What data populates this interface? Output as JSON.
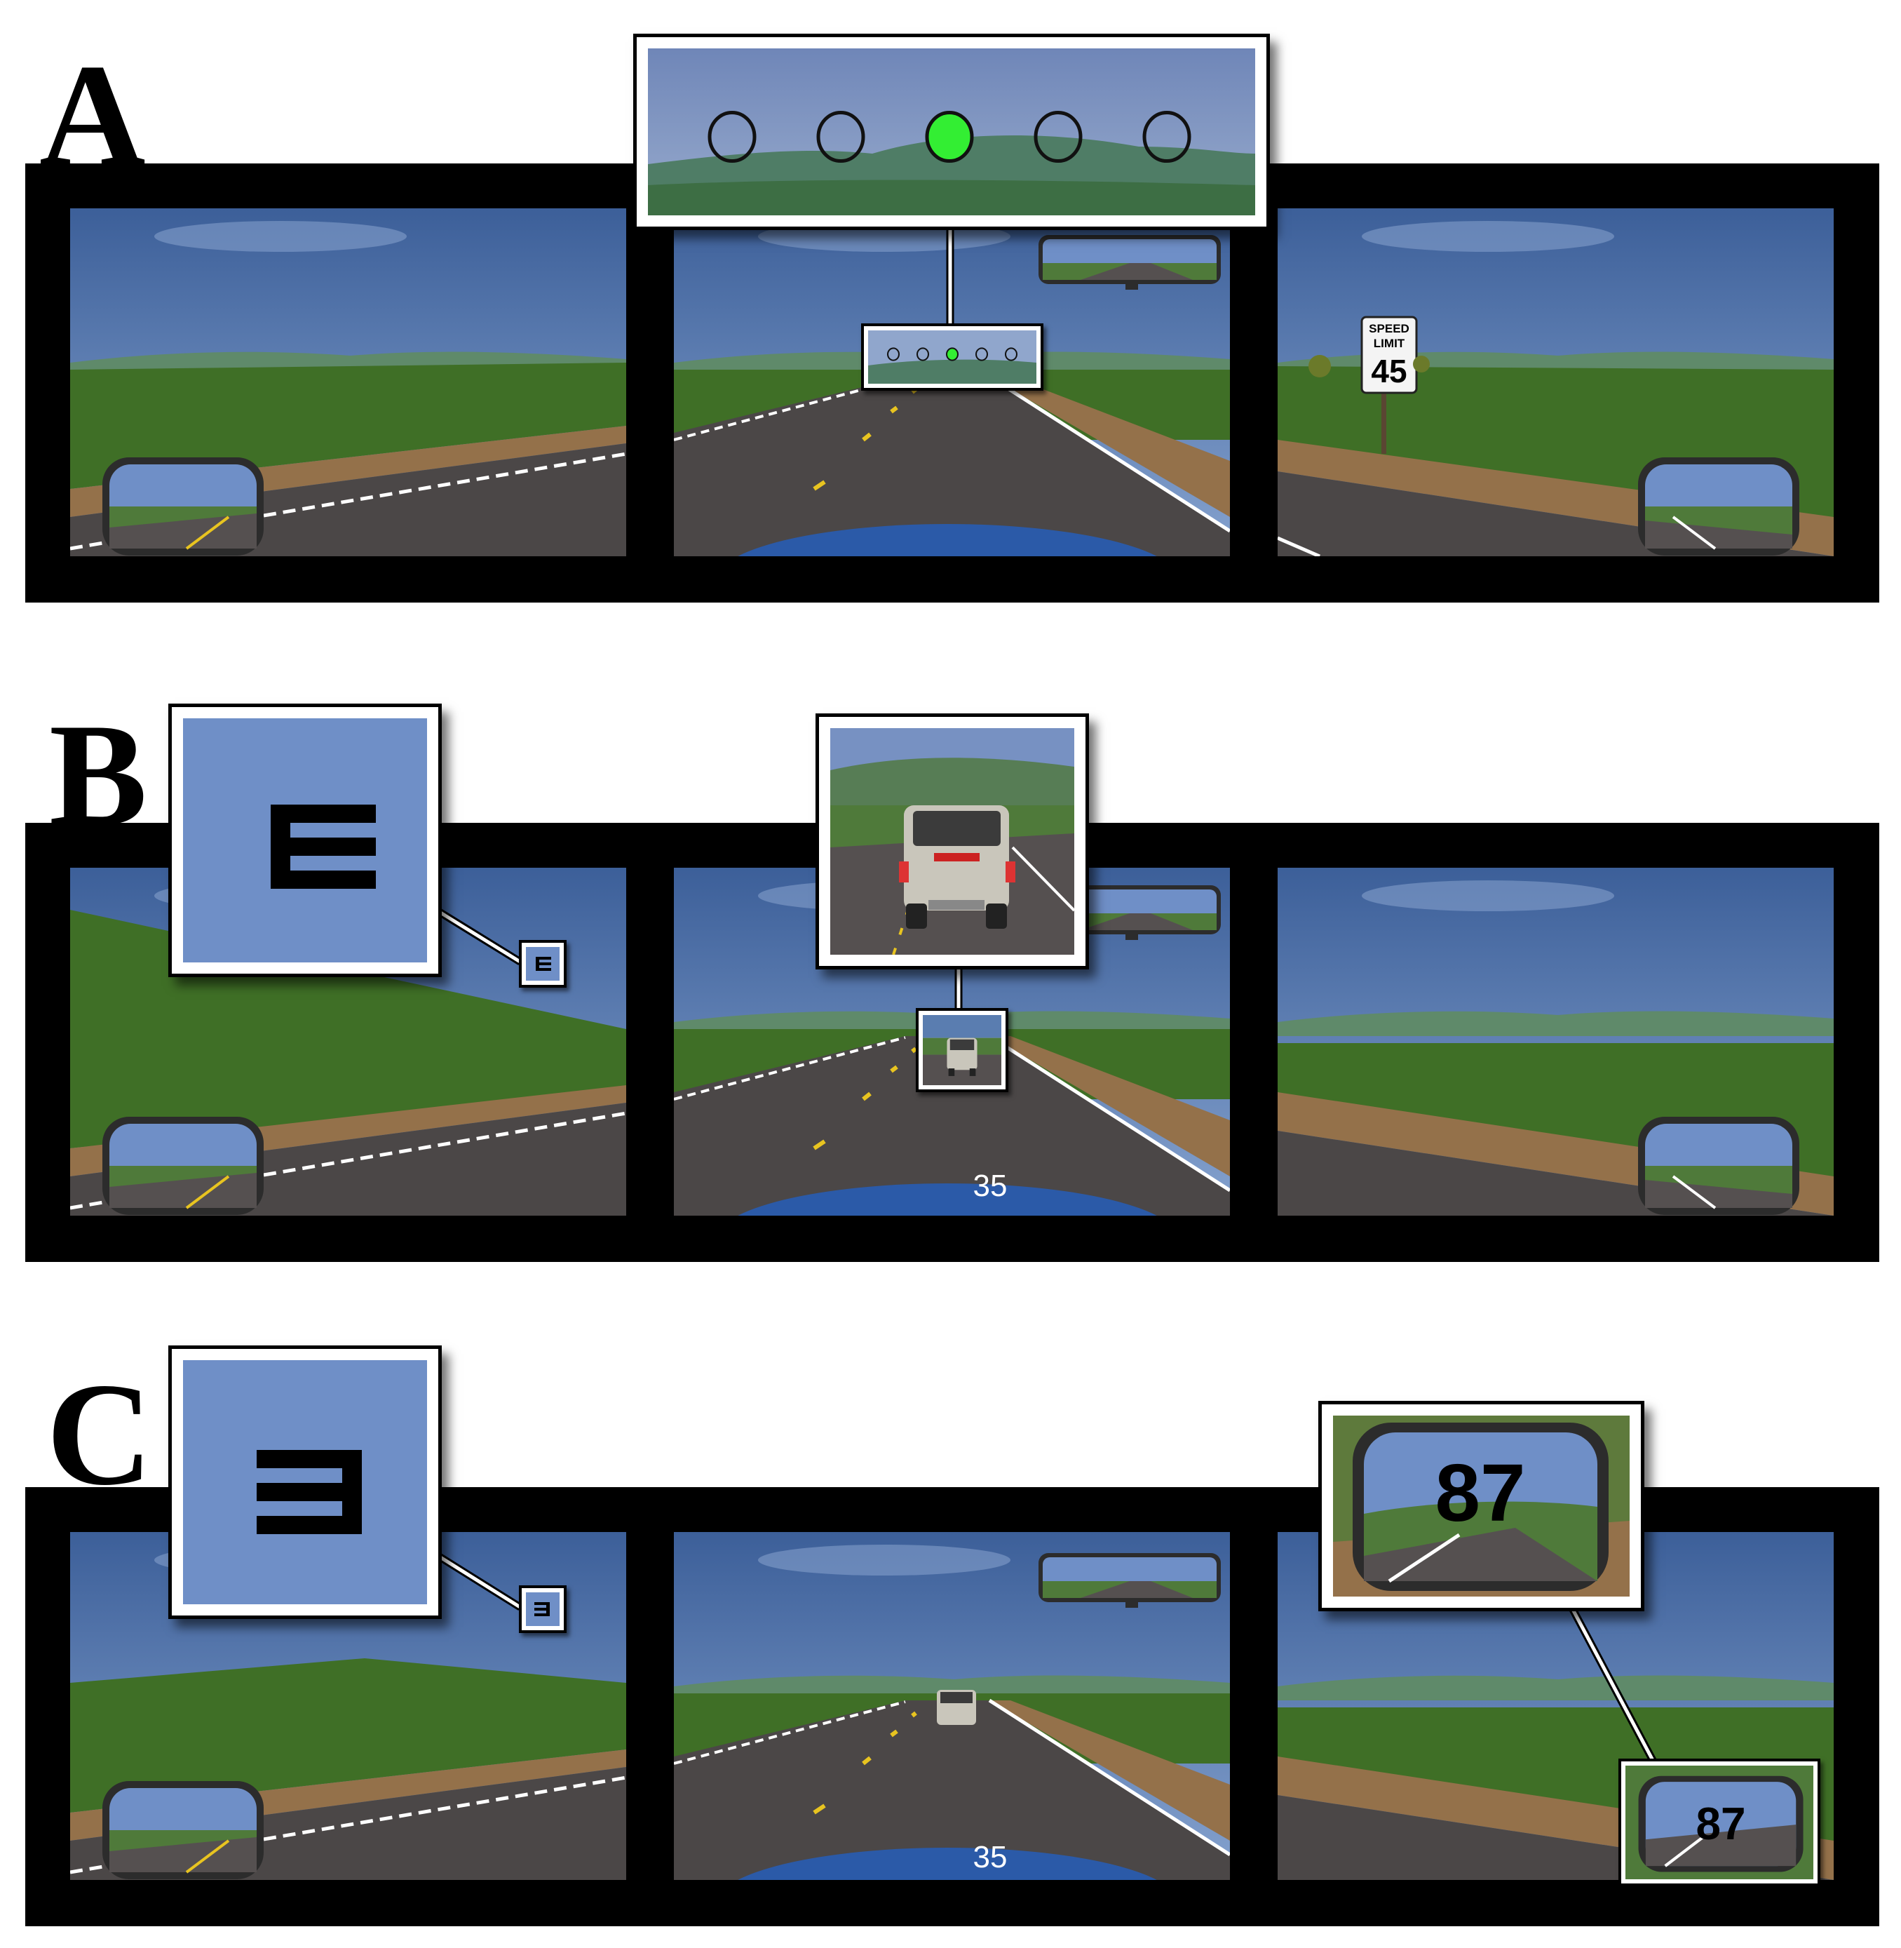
{
  "panels": [
    {
      "letter": "A"
    },
    {
      "letter": "B"
    },
    {
      "letter": "C"
    }
  ],
  "colors": {
    "sky_top": "#3c5f99",
    "sky_bottom": "#86a3cf",
    "grass": "#3f6f26",
    "road": "#4b4747",
    "dirt": "#94714a",
    "lane_yellow": "#e8c420",
    "hood": "#2b5aa8",
    "target_green": "#33ee33",
    "stimulus_bg": "#6f8fc7"
  },
  "panel_a": {
    "sign_line1": "SPEED",
    "sign_line2": "LIMIT",
    "sign_number": "45",
    "circle_count": 5,
    "active_circle_index": 2
  },
  "panel_b": {
    "letter_stimulus": "E",
    "speedometer": "35"
  },
  "panel_c": {
    "letter_stimulus": "E",
    "letter_orientation": "mirrored",
    "speedometer": "35",
    "mirror_number": "87"
  }
}
